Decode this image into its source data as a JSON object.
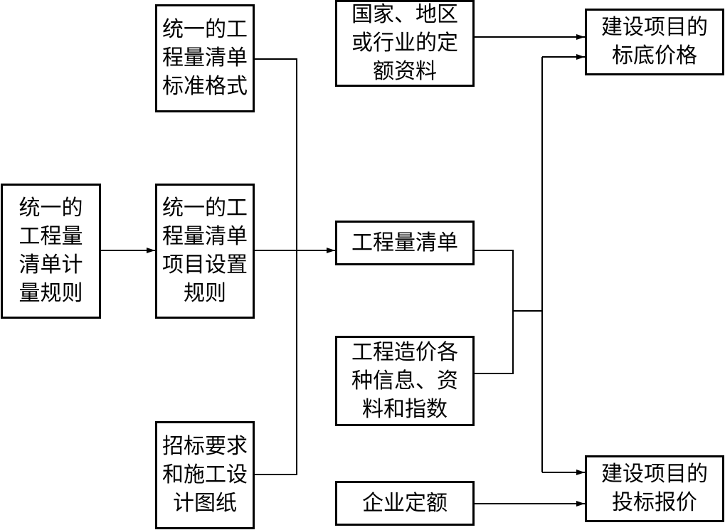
{
  "nodes": {
    "unified_format": "统一的工\n程量清单\n标准格式",
    "national_quota": "国家、地区\n或行业的定\n额资料",
    "target_price": "建设项目的\n标底价格",
    "measurement_rules": "统一的\n工程量\n清单计\n量规则",
    "item_rules": "统一的工\n程量清单\n项目设置\n规则",
    "bill_of_quantities": "工程量清单",
    "cost_info": "工程造价各\n种信息、资\n料和指数",
    "tender_requirements": "招标要求\n和施工设\n计图纸",
    "enterprise_quota": "企业定额",
    "bid_price": "建设项目的\n投标报价"
  }
}
